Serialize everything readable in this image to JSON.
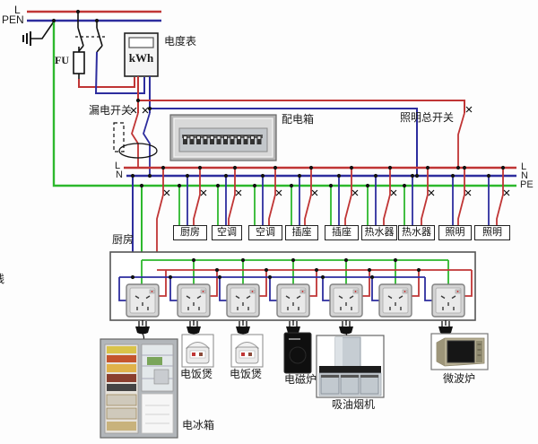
{
  "supply": {
    "l": "L",
    "pen": "PEN",
    "fuse": "FU"
  },
  "meter": {
    "display": "kWh",
    "label": "电度表"
  },
  "rcd": {
    "label": "漏电开关"
  },
  "panel": {
    "label": "配电箱"
  },
  "lighting_switch": {
    "label": "照明总开关"
  },
  "bus": {
    "left": {
      "l": "L",
      "n": "N"
    },
    "right": {
      "l": "L",
      "n": "N",
      "pe": "PE"
    }
  },
  "edge_text": "线",
  "branches": [
    {
      "label": "厨房"
    },
    {
      "label": "空调"
    },
    {
      "label": "空调"
    },
    {
      "label": "插座"
    },
    {
      "label": "插座"
    },
    {
      "label": "热水器"
    },
    {
      "label": "热水器"
    },
    {
      "label": "照明"
    },
    {
      "label": "照明"
    }
  ],
  "kitchen": {
    "label": "厨房",
    "socket_count": 7
  },
  "appliances": [
    {
      "label": "电冰箱"
    },
    {
      "label": "电饭煲"
    },
    {
      "label": "电饭煲"
    },
    {
      "label": "电磁炉"
    },
    {
      "label": "吸油烟机"
    },
    {
      "label": "微波炉"
    }
  ],
  "colors": {
    "live": "#c03535",
    "neutral": "#2d2d9e",
    "earth": "#2db82d"
  }
}
